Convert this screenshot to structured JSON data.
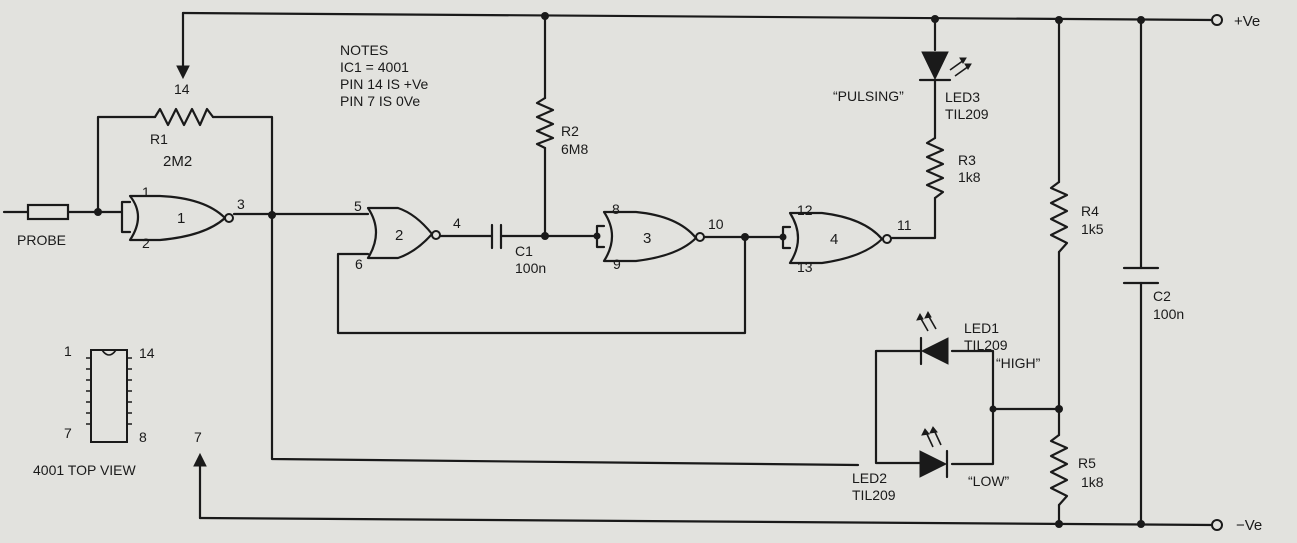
{
  "notes": {
    "heading": "NOTES",
    "line1": "IC1 = 4001",
    "line2": "PIN 14 IS +Ve",
    "line3": "PIN 7 IS 0Ve"
  },
  "rails": {
    "positive": "+Ve",
    "negative": "−Ve"
  },
  "probe": "PROBE",
  "pin_labels": {
    "supply_pin": "14",
    "ground_pin": "7",
    "g1_in_a": "1",
    "g1_in_b": "2",
    "g1_out": "3",
    "g2_in_a": "5",
    "g2_in_b": "6",
    "g2_out": "4",
    "g3_in_a": "8",
    "g3_in_b": "9",
    "g3_out": "10",
    "g4_in_a": "12",
    "g4_in_b": "13",
    "g4_out": "11"
  },
  "gates": {
    "g1": "1",
    "g2": "2",
    "g3": "3",
    "g4": "4"
  },
  "components": {
    "r1": {
      "ref": "R1",
      "value": "2M2"
    },
    "r2": {
      "ref": "R2",
      "value": "6M8"
    },
    "r3": {
      "ref": "R3",
      "value": "1k8"
    },
    "r4": {
      "ref": "R4",
      "value": "1k5"
    },
    "r5": {
      "ref": "R5",
      "value": "1k8"
    },
    "c1": {
      "ref": "C1",
      "value": "100n"
    },
    "c2": {
      "ref": "C2",
      "value": "100n"
    },
    "led1": {
      "ref": "LED1",
      "part": "TIL209",
      "tag": "“HIGH”"
    },
    "led2": {
      "ref": "LED2",
      "part": "TIL209",
      "tag": "“LOW”"
    },
    "led3": {
      "ref": "LED3",
      "part": "TIL209",
      "tag": "“PULSING”"
    }
  },
  "ic": {
    "caption": "4001 TOP VIEW",
    "pin_tl": "1",
    "pin_tr": "14",
    "pin_bl": "7",
    "pin_br": "8"
  },
  "colors": {
    "ink": "#1a1a1a",
    "paper": "#e2e2de"
  }
}
